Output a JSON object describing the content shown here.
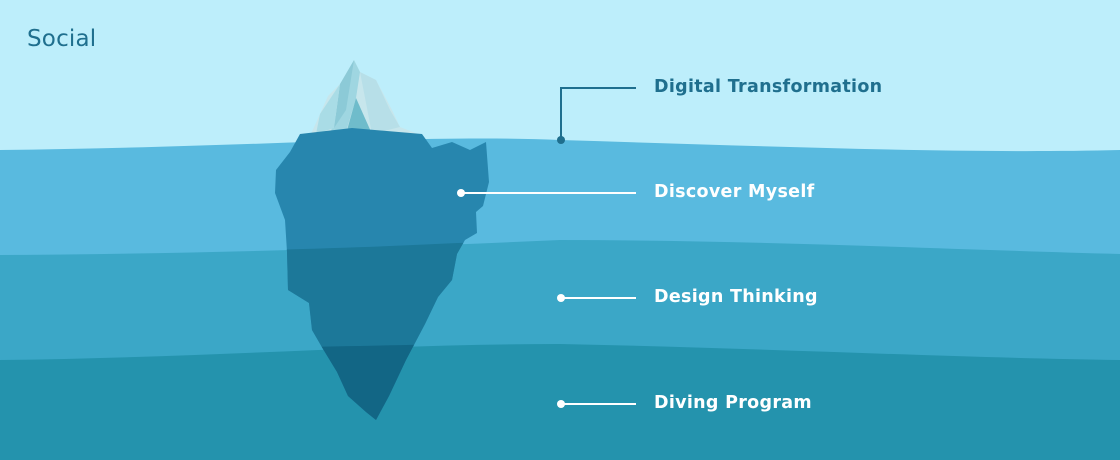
{
  "title": "Social",
  "layers": [
    {
      "label": "Digital Transformation"
    },
    {
      "label": "Discover Myself"
    },
    {
      "label": "Design Thinking"
    },
    {
      "label": "Diving Program"
    }
  ],
  "colors": {
    "sky": "#bdeefb",
    "water_1": "#59badf",
    "water_2": "#3ba7c7",
    "water_3": "#2493ad",
    "ice_tip": "#cbe9ef",
    "ice_1": "#2786ae",
    "ice_2": "#1c7899",
    "ice_3": "#126685",
    "title_text": "#1f6f8e",
    "label_light": "#ffffff",
    "label_dark": "#1f6f8e"
  }
}
